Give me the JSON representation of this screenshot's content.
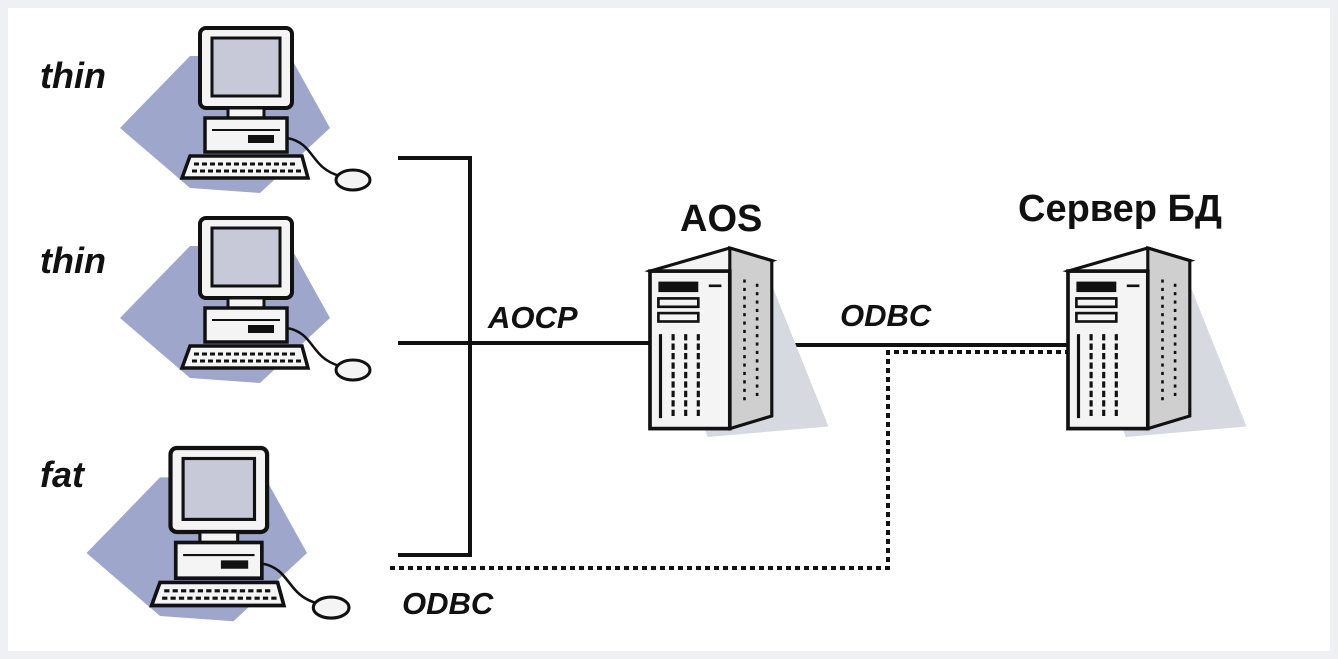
{
  "nodes": {
    "client_1": {
      "label": "thin",
      "kind": "thin-client"
    },
    "client_2": {
      "label": "thin",
      "kind": "thin-client"
    },
    "client_3": {
      "label": "fat",
      "kind": "fat-client"
    },
    "aos": {
      "label": "AOS",
      "kind": "application-server"
    },
    "db": {
      "label": "Сервер БД",
      "kind": "database-server"
    }
  },
  "links": {
    "clients_to_aos": {
      "label": "AOCP",
      "style": "solid"
    },
    "aos_to_db": {
      "label": "ODBC",
      "style": "solid"
    },
    "fat_to_db": {
      "label": "ODBC",
      "style": "dotted"
    }
  },
  "colors": {
    "line": "#111111",
    "shadow": "#9fa6cc",
    "screen": "#c7c9d8",
    "device": "#f4f4f4"
  }
}
